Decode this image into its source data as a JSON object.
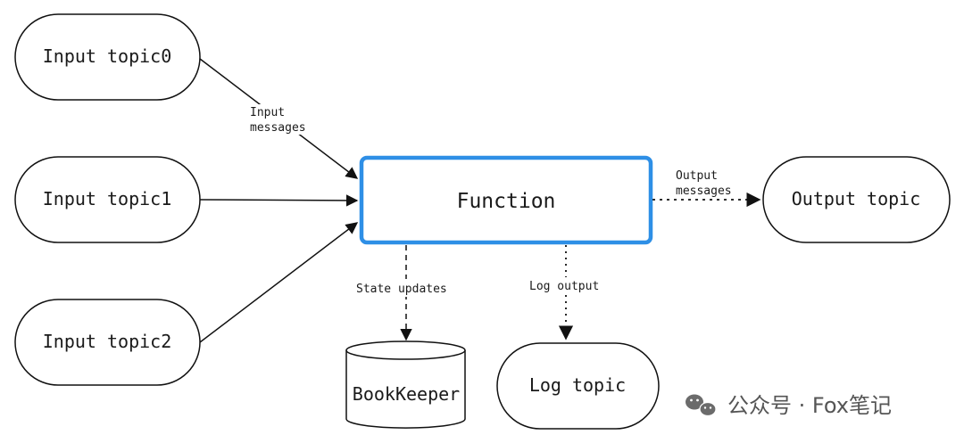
{
  "nodes": {
    "input0": "Input topic0",
    "input1": "Input topic1",
    "input2": "Input topic2",
    "function": "Function",
    "output": "Output topic",
    "bookkeeper": "BookKeeper",
    "log": "Log topic"
  },
  "edges": {
    "input_messages_line1": "Input",
    "input_messages_line2": "messages",
    "output_messages_line1": "Output",
    "output_messages_line2": "messages",
    "state_updates": "State updates",
    "log_output": "Log output"
  },
  "watermark": {
    "text": "公众号 · Fox笔记",
    "icon": "wechat-icon"
  },
  "colors": {
    "function_border": "#2e8fe6",
    "stroke": "#111111"
  }
}
